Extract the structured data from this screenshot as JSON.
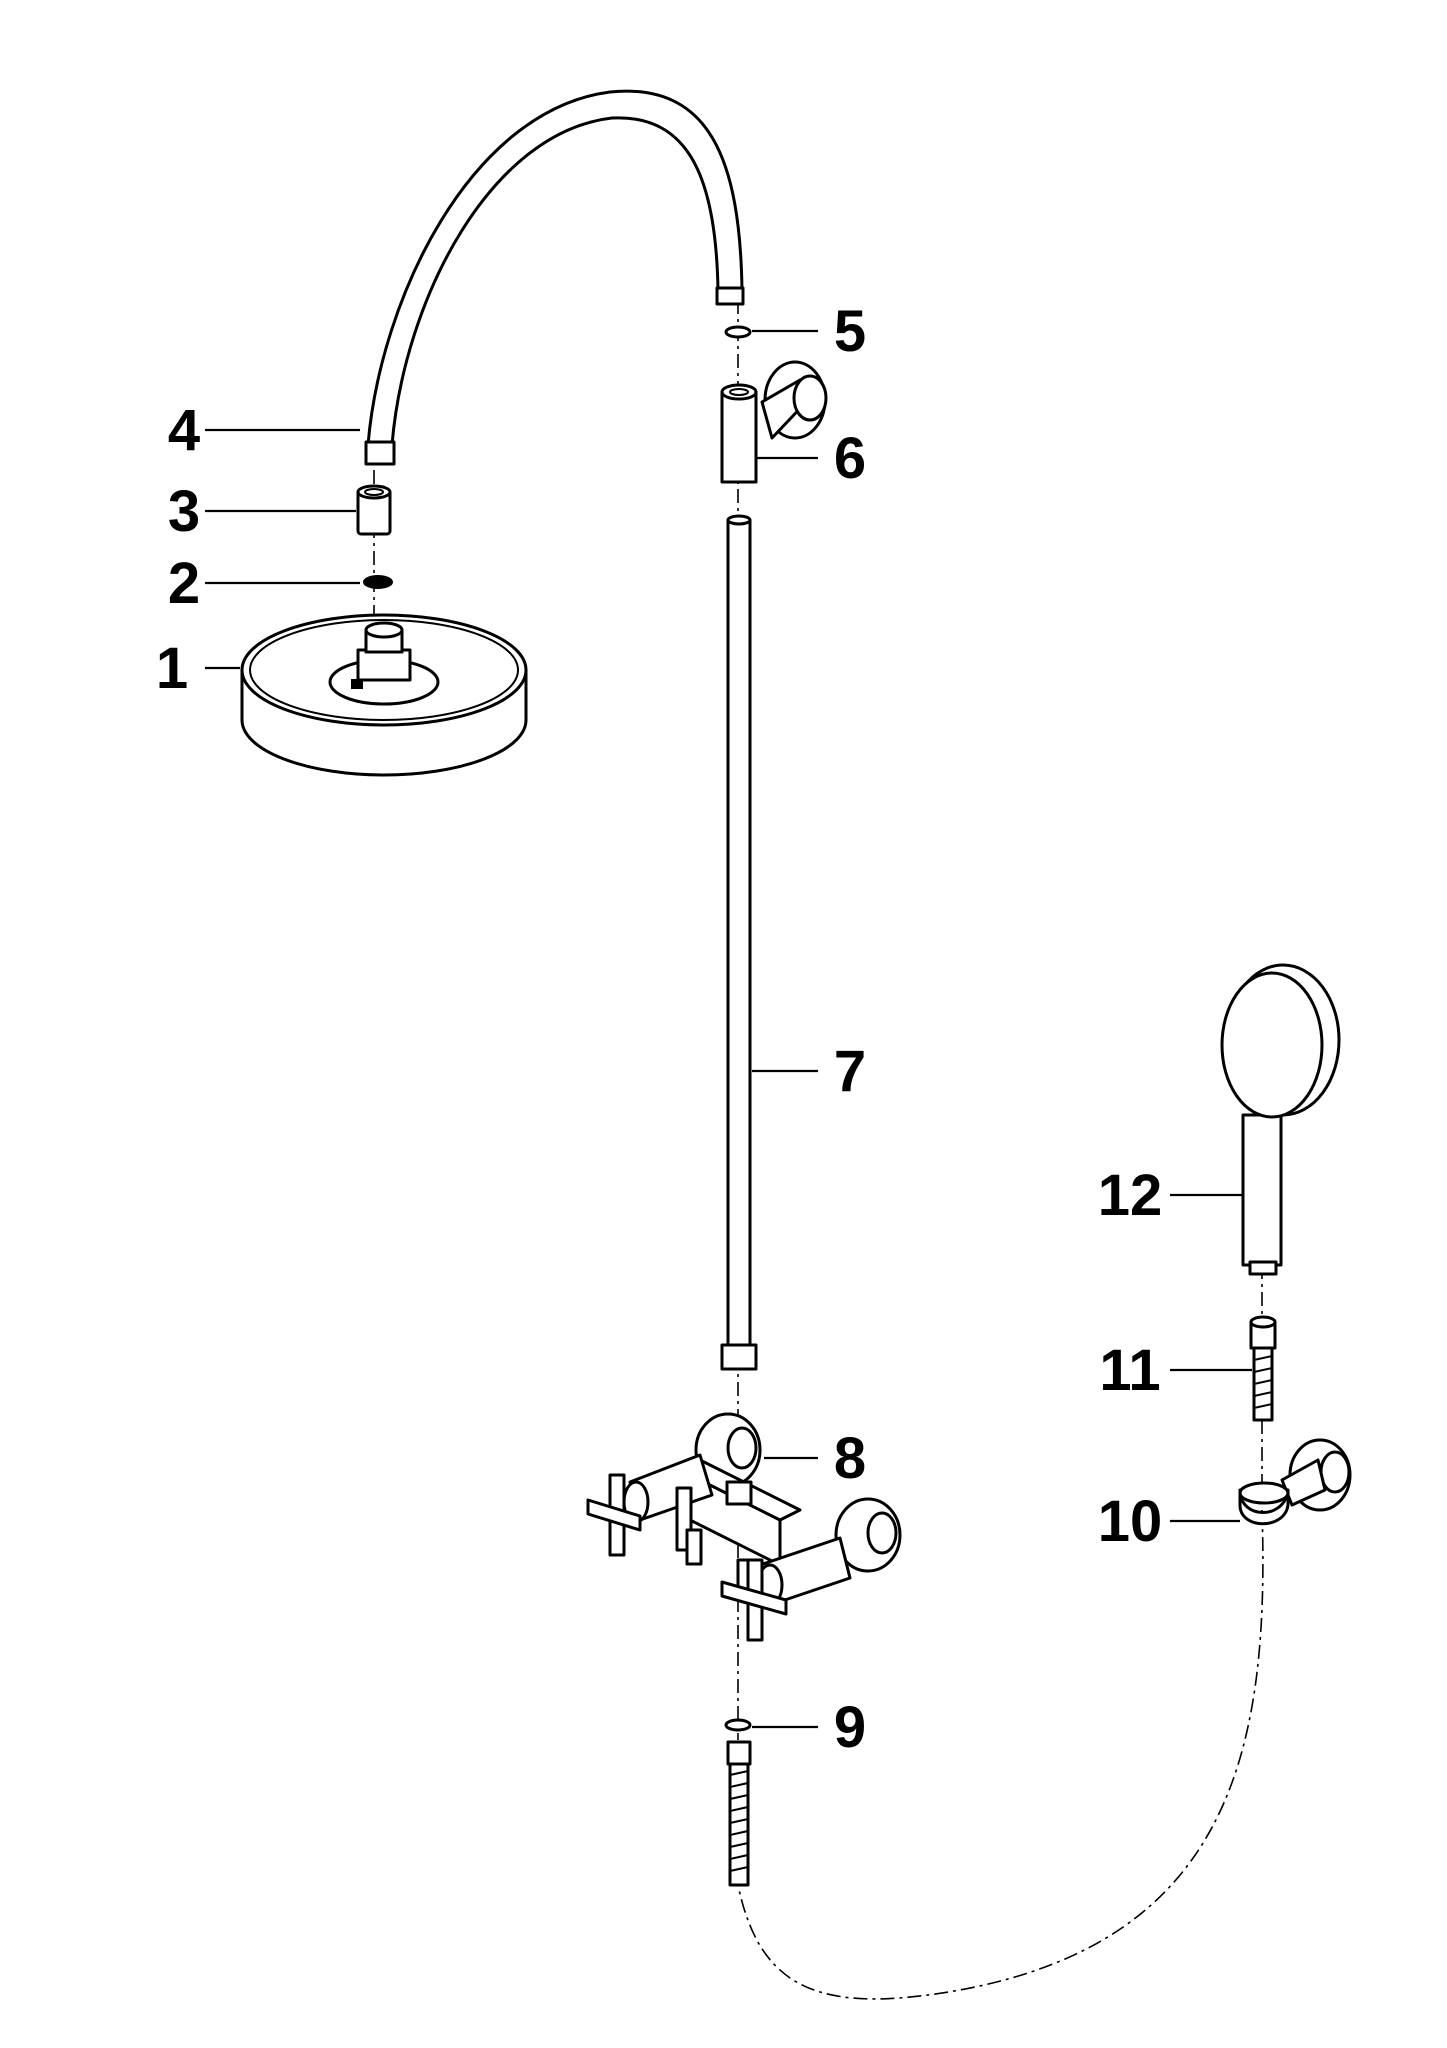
{
  "labels": [
    "1",
    "2",
    "3",
    "4",
    "5",
    "6",
    "7",
    "8",
    "9",
    "10",
    "11",
    "12"
  ],
  "colors": {
    "ink": "#000000",
    "paper": "#ffffff"
  }
}
